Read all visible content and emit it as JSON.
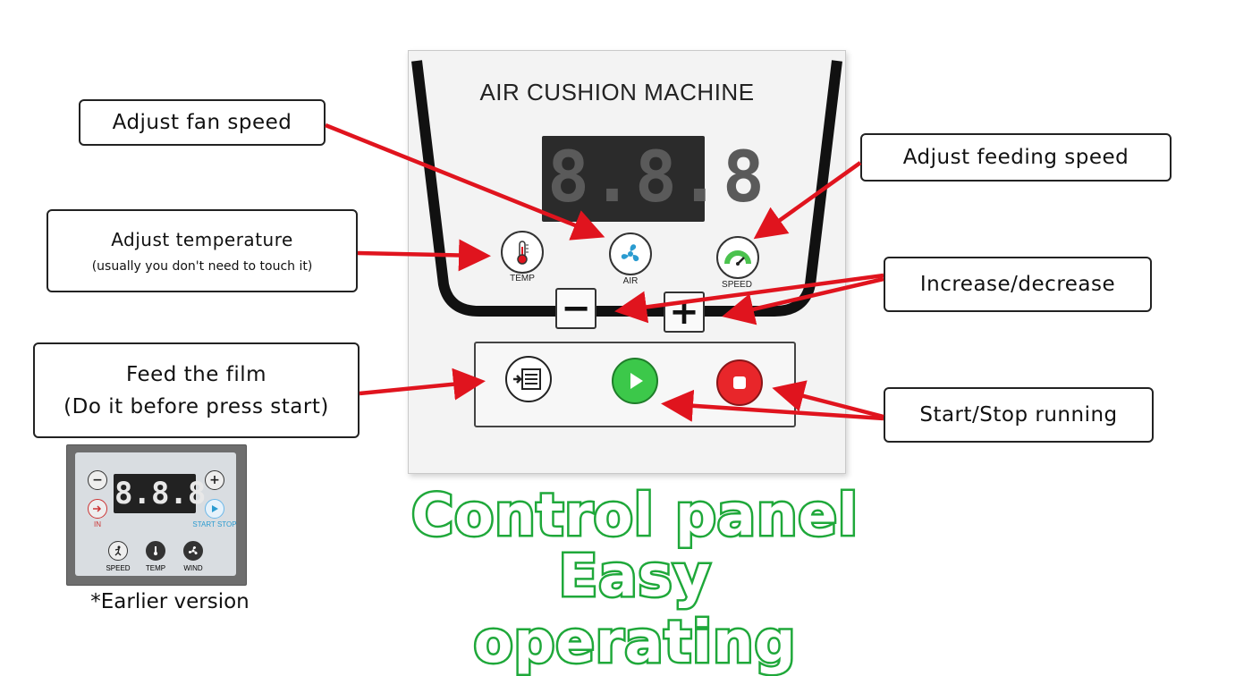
{
  "panel": {
    "title": "AIR CUSHION MACHINE",
    "display_value": "8.8.8",
    "icons": [
      {
        "name": "thermometer-icon",
        "label": "TEMP"
      },
      {
        "name": "fan-icon",
        "label": "AIR"
      },
      {
        "name": "speedometer-icon",
        "label": "SPEED"
      }
    ],
    "minus_label": "−",
    "plus_label": "+"
  },
  "callouts": {
    "fan_speed": "Adjust fan speed",
    "feeding_speed": "Adjust feeding speed",
    "temperature": "Adjust temperature",
    "temperature_note": "(usually you don't need to touch it)",
    "increase_decrease": "Increase/decrease",
    "feed_film": "Feed the film",
    "feed_film_note": "(Do it before press start)",
    "start_stop": "Start/Stop running"
  },
  "headline": {
    "line1": "Control panel",
    "line2": "Easy operating"
  },
  "earlier_version": {
    "display_value": "8.8.8",
    "minus_label": "−",
    "plus_label": "+",
    "in_label": "IN",
    "start_stop_label": "START STOP",
    "buttons": [
      "SPEED",
      "TEMP",
      "WIND"
    ],
    "caption": "*Earlier version"
  },
  "colors": {
    "arrow": "#e0141e",
    "headline_green": "#1fa83a",
    "start_green": "#3cc84a",
    "stop_red": "#e8262a",
    "fan_blue": "#2a9bd0"
  }
}
